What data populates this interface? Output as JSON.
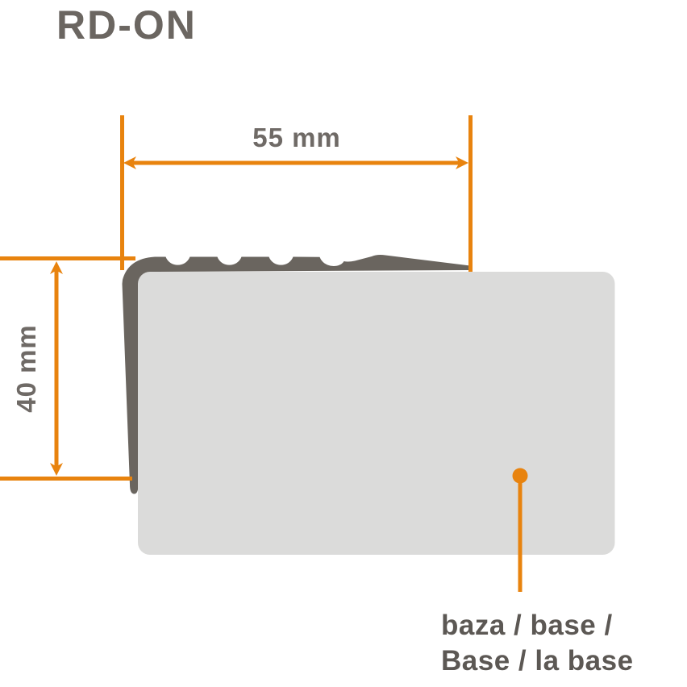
{
  "title": "RD-ON",
  "colors": {
    "background": "#FFFFFF",
    "orange": "#E8830E",
    "profileGray": "#6A655F",
    "baseGray": "#DBDBDA",
    "titleGray": "#6B6661",
    "dimGray": "#6F6A66",
    "calloutGray": "#5C5854"
  },
  "dimensions": {
    "width_label": "55 mm",
    "height_label": "40 mm"
  },
  "callout": {
    "line1": "baza / base /",
    "line2": "Base / la base"
  }
}
